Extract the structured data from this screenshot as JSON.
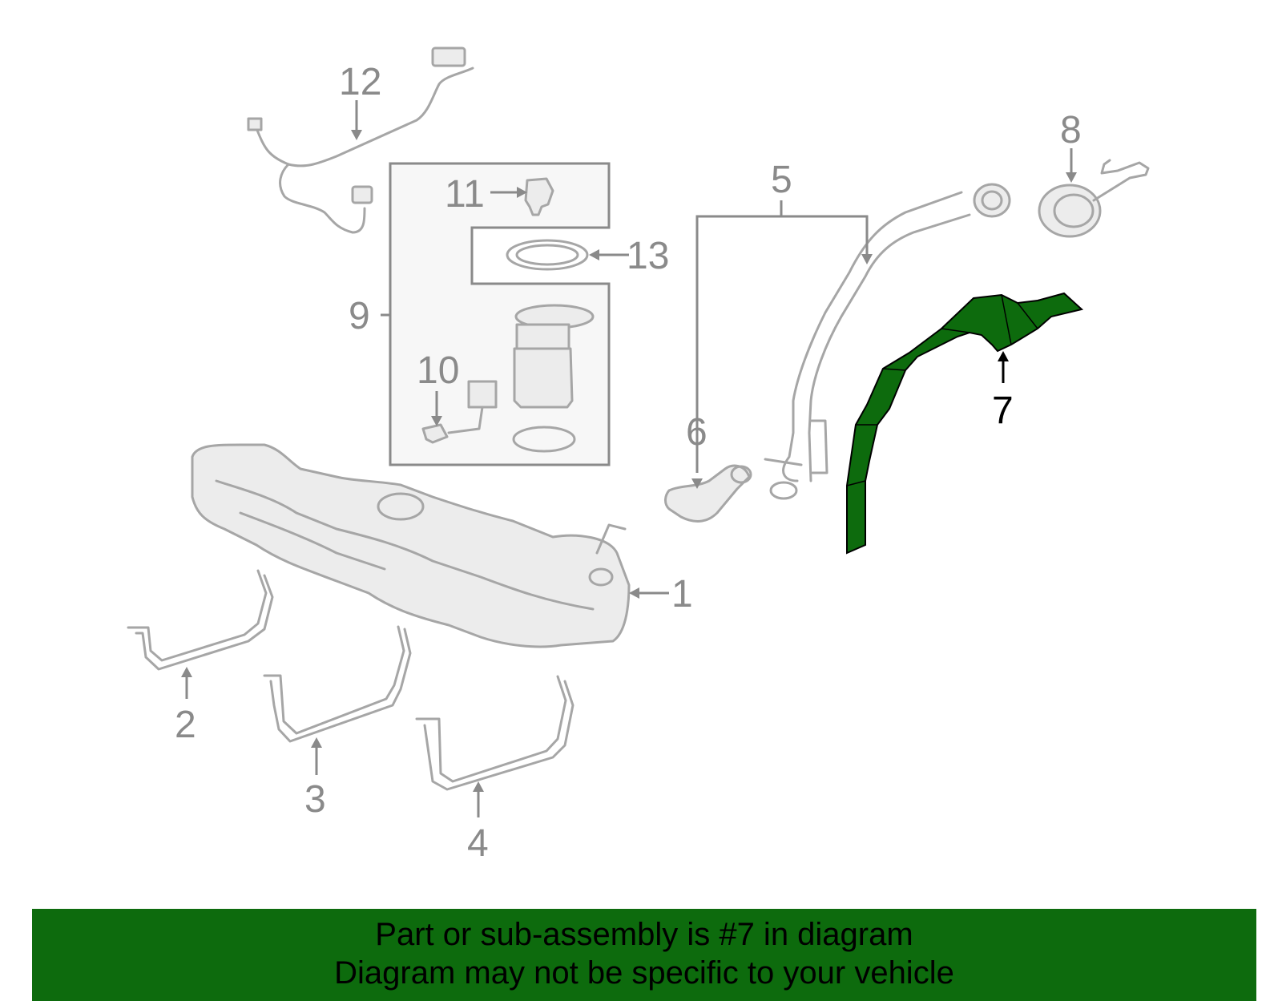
{
  "diagram": {
    "callouts": {
      "c1": "1",
      "c2": "2",
      "c3": "3",
      "c4": "4",
      "c5": "5",
      "c6": "6",
      "c7": "7",
      "c8": "8",
      "c9": "9",
      "c10": "10",
      "c11": "11",
      "c12": "12",
      "c13": "13"
    },
    "highlight_color": "#0d6b0d",
    "part_color": "#a6a6a6"
  },
  "banner": {
    "line1": "Part or sub-assembly is #7 in diagram",
    "line2": "Diagram may not be specific to your vehicle",
    "background": "#0d6b0d"
  }
}
